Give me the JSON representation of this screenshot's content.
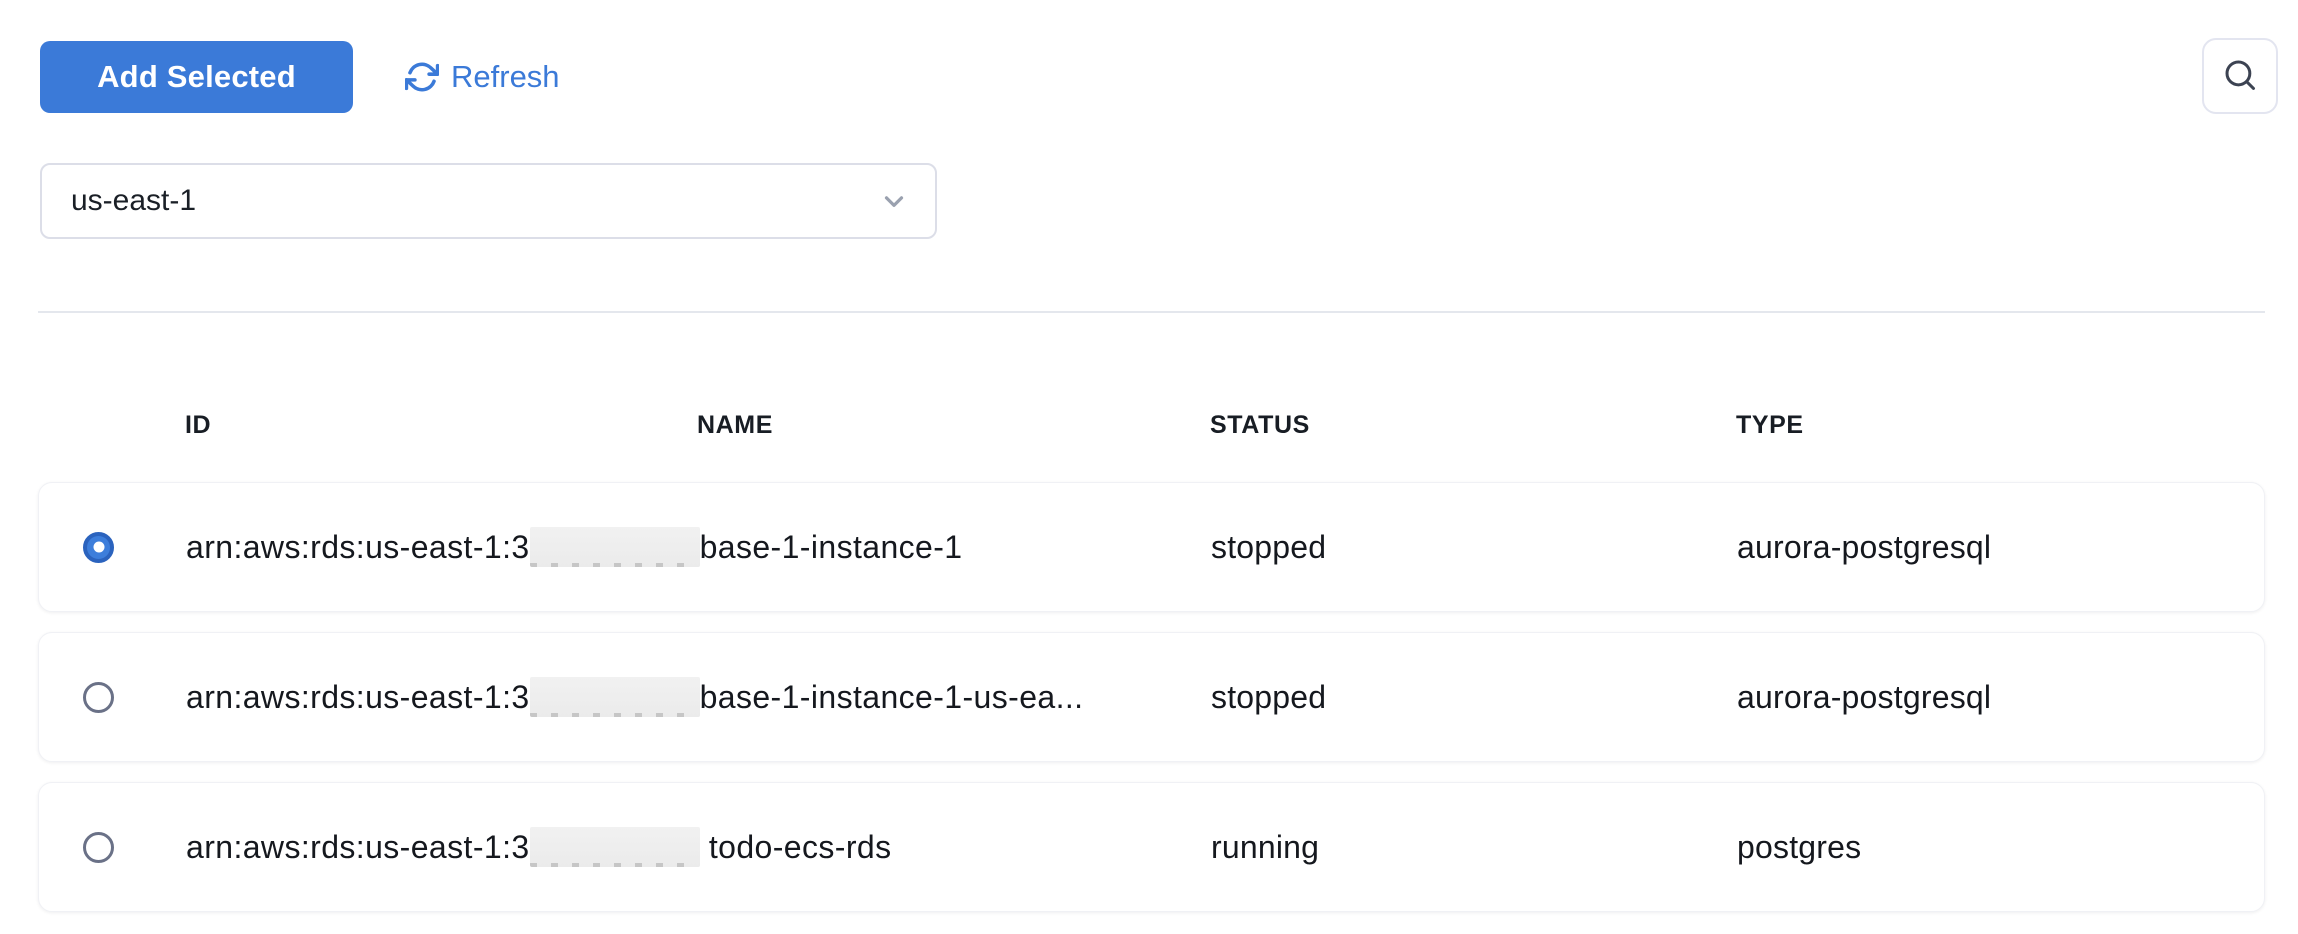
{
  "colors": {
    "accent": "#3b7ad8",
    "radio_ring": "#2b63be"
  },
  "toolbar": {
    "add_selected_label": "Add Selected",
    "refresh_label": "Refresh"
  },
  "icons": {
    "refresh": "circular-sync-arrows",
    "search": "magnifier",
    "chevron": "chevron-down"
  },
  "region_select": {
    "value": "us-east-1"
  },
  "table": {
    "columns": [
      "ID",
      "NAME",
      "STATUS",
      "TYPE"
    ],
    "rows": [
      {
        "selected": true,
        "id_prefix": "arn:aws:rds:us-east-1:3",
        "id_redacted": true,
        "name_suffix": "base-1-instance-1",
        "status": "stopped",
        "type": "aurora-postgresql"
      },
      {
        "selected": false,
        "id_prefix": "arn:aws:rds:us-east-1:3",
        "id_redacted": true,
        "name_suffix": "base-1-instance-1-us-ea...",
        "status": "stopped",
        "type": "aurora-postgresql"
      },
      {
        "selected": false,
        "id_prefix": "arn:aws:rds:us-east-1:3",
        "id_redacted": true,
        "name_suffix": " todo-ecs-rds",
        "status": "running",
        "type": "postgres"
      }
    ]
  }
}
